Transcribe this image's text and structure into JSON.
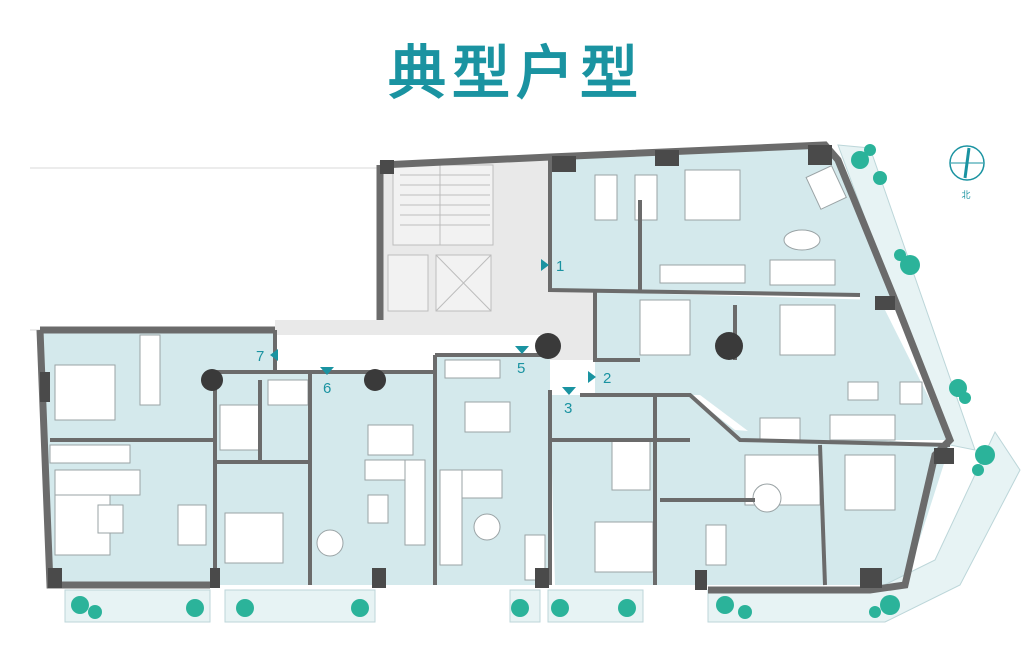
{
  "title": "典型户型",
  "compass_label": "北",
  "unit_labels": [
    "1",
    "2",
    "3",
    "5",
    "6",
    "7"
  ],
  "colors": {
    "accent": "#1a93a1",
    "room_fill": "#d4e9ec",
    "wall": "#6b6b6b",
    "core": "#e9e9e9",
    "column": "#3a3a3a",
    "plant": "#2bb39a"
  }
}
